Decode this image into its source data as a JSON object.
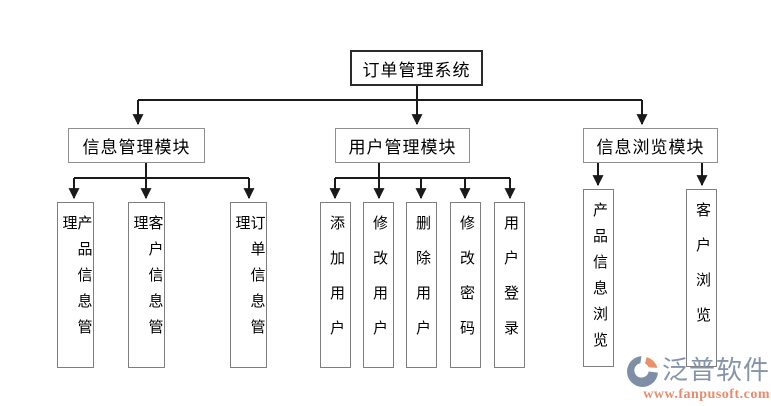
{
  "diagram": {
    "root": {
      "label": "订单管理系统"
    },
    "modules": [
      {
        "label": "信息管理模块",
        "children": [
          {
            "label": "产品信息管理"
          },
          {
            "label": "客户信息管理"
          },
          {
            "label": "订单信息管理"
          }
        ]
      },
      {
        "label": "用户管理模块",
        "children": [
          {
            "label": "添加用户"
          },
          {
            "label": "修改用户"
          },
          {
            "label": "删除用户"
          },
          {
            "label": "修改密码"
          },
          {
            "label": "用户登录"
          }
        ]
      },
      {
        "label": "信息浏览模块",
        "children": [
          {
            "label": "产品信息浏览"
          },
          {
            "label": "客户浏览"
          }
        ]
      }
    ]
  },
  "watermark": {
    "brand": "泛普软件",
    "url": "www.fanpusoft.com",
    "icon": "fanpu-swirl-icon",
    "brand_color": "#8494aa",
    "url_color": "#e78d6d",
    "icon_colors": {
      "swoosh_blue": "#7d8ea6",
      "swoosh_orange": "#e8926c"
    }
  },
  "colors": {
    "background": "#ffffff",
    "connector_line": "#1a1a1a",
    "root_border": "#2b2b2b",
    "module_border": "#8f8f8f",
    "child_border": "#7e7e7e"
  }
}
